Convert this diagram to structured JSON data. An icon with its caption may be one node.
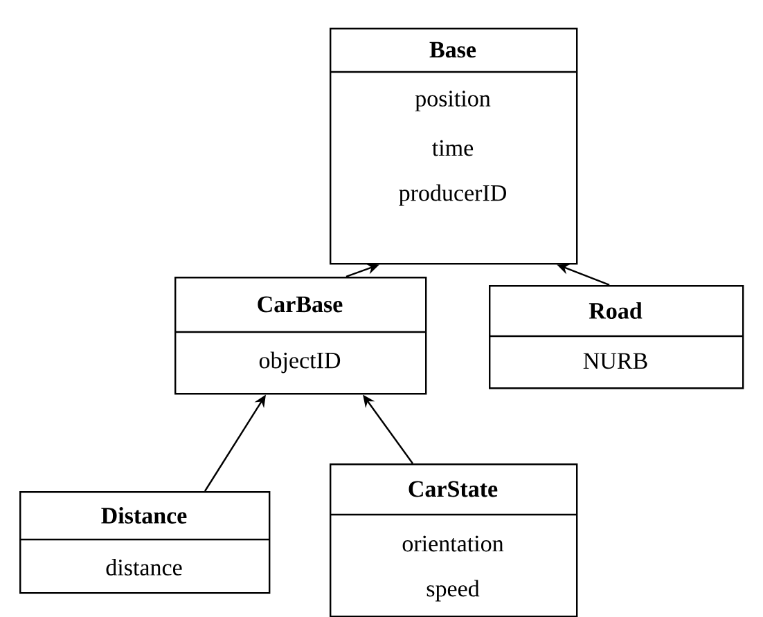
{
  "diagram": {
    "nodes": [
      {
        "text": [
          "Base",
          "position",
          "time",
          "producerID"
        ]
      },
      {
        "text": [
          "CarBase",
          "objectID"
        ]
      },
      {
        "text": [
          "Road",
          "NURB"
        ]
      },
      {
        "text": [
          "Distance",
          "distance"
        ]
      },
      {
        "text": [
          "CarState",
          "orientation",
          "speed"
        ]
      }
    ],
    "edges": [
      {
        "from": 1,
        "to": 0,
        "arrow": "to"
      },
      {
        "from": 2,
        "to": 0,
        "arrow": "to"
      },
      {
        "from": 3,
        "to": 1,
        "arrow": "to"
      },
      {
        "from": 4,
        "to": 1,
        "arrow": "to"
      }
    ]
  }
}
